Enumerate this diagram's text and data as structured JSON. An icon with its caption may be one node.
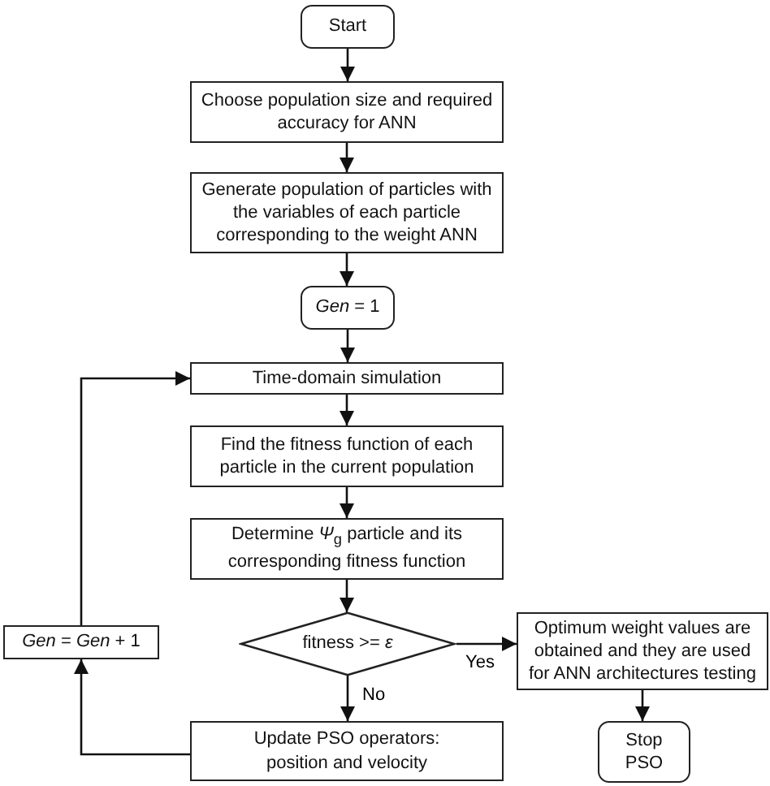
{
  "diagram": {
    "nodes": [
      {
        "text": [
          "Start"
        ]
      },
      {
        "text": [
          "Choose population size and required accuracy for ANN"
        ]
      },
      {
        "text": [
          "Generate population of particles with the variables of each particle corresponding to the weight ANN"
        ]
      },
      {
        "text": [
          "*Gen* = 1"
        ]
      },
      {
        "text": [
          "Time-domain simulation"
        ]
      },
      {
        "text": [
          "Find the fitness function of each particle in the current population"
        ]
      },
      {
        "text": [
          "Determine *Ψ*$_{g}$ particle and its corresponding fitness function"
        ]
      },
      {
        "text": [
          "fitness >= *ε*"
        ]
      },
      {
        "text": [
          "Optimum weight values are obtained and they are used for ANN architectures testing"
        ]
      },
      {
        "text": [
          "Stop PSO"
        ]
      },
      {
        "text": [
          "Update PSO operators: position and velocity"
        ]
      },
      {
        "text": [
          "*Gen* = *Gen* + 1"
        ]
      }
    ],
    "edges": [
      {
        "from": 0,
        "to": 1,
        "arrow": "to"
      },
      {
        "from": 1,
        "to": 2,
        "arrow": "to"
      },
      {
        "from": 2,
        "to": 3,
        "arrow": "to"
      },
      {
        "from": 3,
        "to": 4,
        "arrow": "to"
      },
      {
        "from": 4,
        "to": 5,
        "arrow": "to"
      },
      {
        "from": 5,
        "to": 6,
        "arrow": "to"
      },
      {
        "from": 6,
        "to": 7,
        "arrow": "to"
      },
      {
        "from": 7,
        "to": 8,
        "arrow": "to",
        "label": "Yes"
      },
      {
        "from": 8,
        "to": 9,
        "arrow": "to"
      },
      {
        "from": 7,
        "to": 10,
        "arrow": "to",
        "label": "No"
      },
      {
        "from": 10,
        "to": 11,
        "arrow": "to"
      },
      {
        "from": 11,
        "to": 4,
        "arrow": "to"
      }
    ]
  }
}
